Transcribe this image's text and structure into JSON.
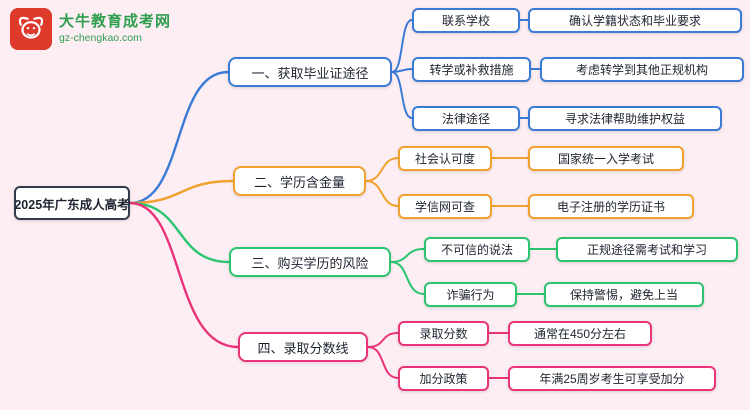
{
  "bg_color": "#fdeef4",
  "logo": {
    "brand": "大牛教育成考网",
    "domain": "gz-chengkao.com",
    "icon_color": "#dd3a2c",
    "text_color": "#2f9e4f"
  },
  "root": {
    "label": "2025年广东成人高考",
    "border_color": "#333a4d"
  },
  "branches": [
    {
      "label": "一、获取毕业证途径",
      "color": "#3a7bd5",
      "children": [
        {
          "label": "联系学校",
          "detail": "确认学籍状态和毕业要求"
        },
        {
          "label": "转学或补救措施",
          "detail": "考虑转学到其他正规机构"
        },
        {
          "label": "法律途径",
          "detail": "寻求法律帮助维护权益"
        }
      ]
    },
    {
      "label": "二、学历含金量",
      "color": "#f0a12e",
      "children": [
        {
          "label": "社会认可度",
          "detail": "国家统一入学考试"
        },
        {
          "label": "学信网可查",
          "detail": "电子注册的学历证书"
        }
      ]
    },
    {
      "label": "三、购买学历的风险",
      "color": "#2bc46f",
      "children": [
        {
          "label": "不可信的说法",
          "detail": "正规途径需考试和学习"
        },
        {
          "label": "诈骗行为",
          "detail": "保持警惕，避免上当"
        }
      ]
    },
    {
      "label": "四、录取分数线",
      "color": "#ea3379",
      "children": [
        {
          "label": "录取分数",
          "detail": "通常在450分左右"
        },
        {
          "label": "加分政策",
          "detail": "年满25周岁考生可享受加分"
        }
      ]
    }
  ]
}
